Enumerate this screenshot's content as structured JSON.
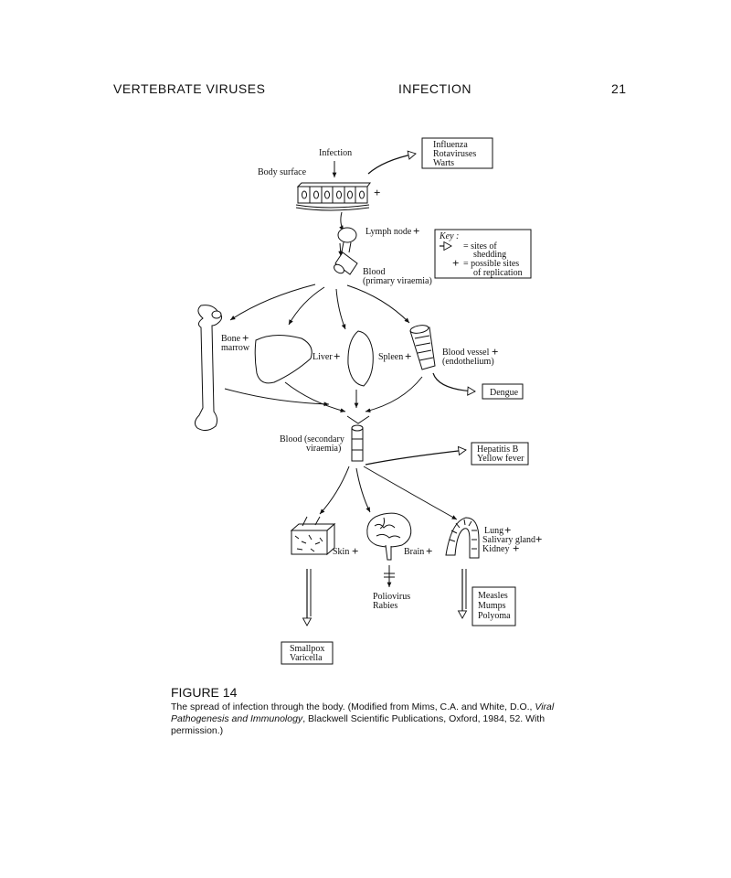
{
  "header": {
    "left": "VERTEBRATE VIRUSES",
    "center": "INFECTION",
    "page_number": "21"
  },
  "figure": {
    "labels": {
      "infection": "Infection",
      "body_surface": "Body surface",
      "lymph_node": "Lymph node",
      "blood_primary": "Blood",
      "blood_primary_sub": "(primary viraemia)",
      "bone": "Bone",
      "marrow": "marrow",
      "liver": "Liver",
      "spleen": "Spleen",
      "blood_vessel": "Blood vessel",
      "endothelium": "(endothelium)",
      "blood_secondary": "Blood (secondary",
      "blood_secondary_sub": "viraemia)",
      "skin": "Skin",
      "brain": "Brain",
      "lung": "Lung",
      "salivary": "Salivary gland",
      "kidney": "Kidney",
      "polio_1": "Poliovirus",
      "polio_2": "Rabies"
    },
    "boxes": {
      "surface_viruses": [
        "Influenza",
        "Rotaviruses",
        "Warts"
      ],
      "dengue": [
        "Dengue"
      ],
      "hepatitis": [
        "Hepatitis B",
        "Yellow fever"
      ],
      "skin_viruses": [
        "Smallpox",
        "Varicella"
      ],
      "respiratory_viruses": [
        "Measles",
        "Mumps",
        "Polyoma"
      ]
    },
    "key": {
      "title": "Key :",
      "shedding_1": "= sites of",
      "shedding_2": "shedding",
      "replication_1": "= possible sites",
      "replication_2": "of replication"
    },
    "plus_sign": "+"
  },
  "caption": {
    "title": "FIGURE 14",
    "text_1": "The spread of infection through the body. (Modified from Mims, C.A. and White, D.O., ",
    "italic": "Viral Pathogenesis and Immunology",
    "text_2": ", Blackwell Scientific Publications, Oxford, 1984, 52. With permission.)"
  }
}
